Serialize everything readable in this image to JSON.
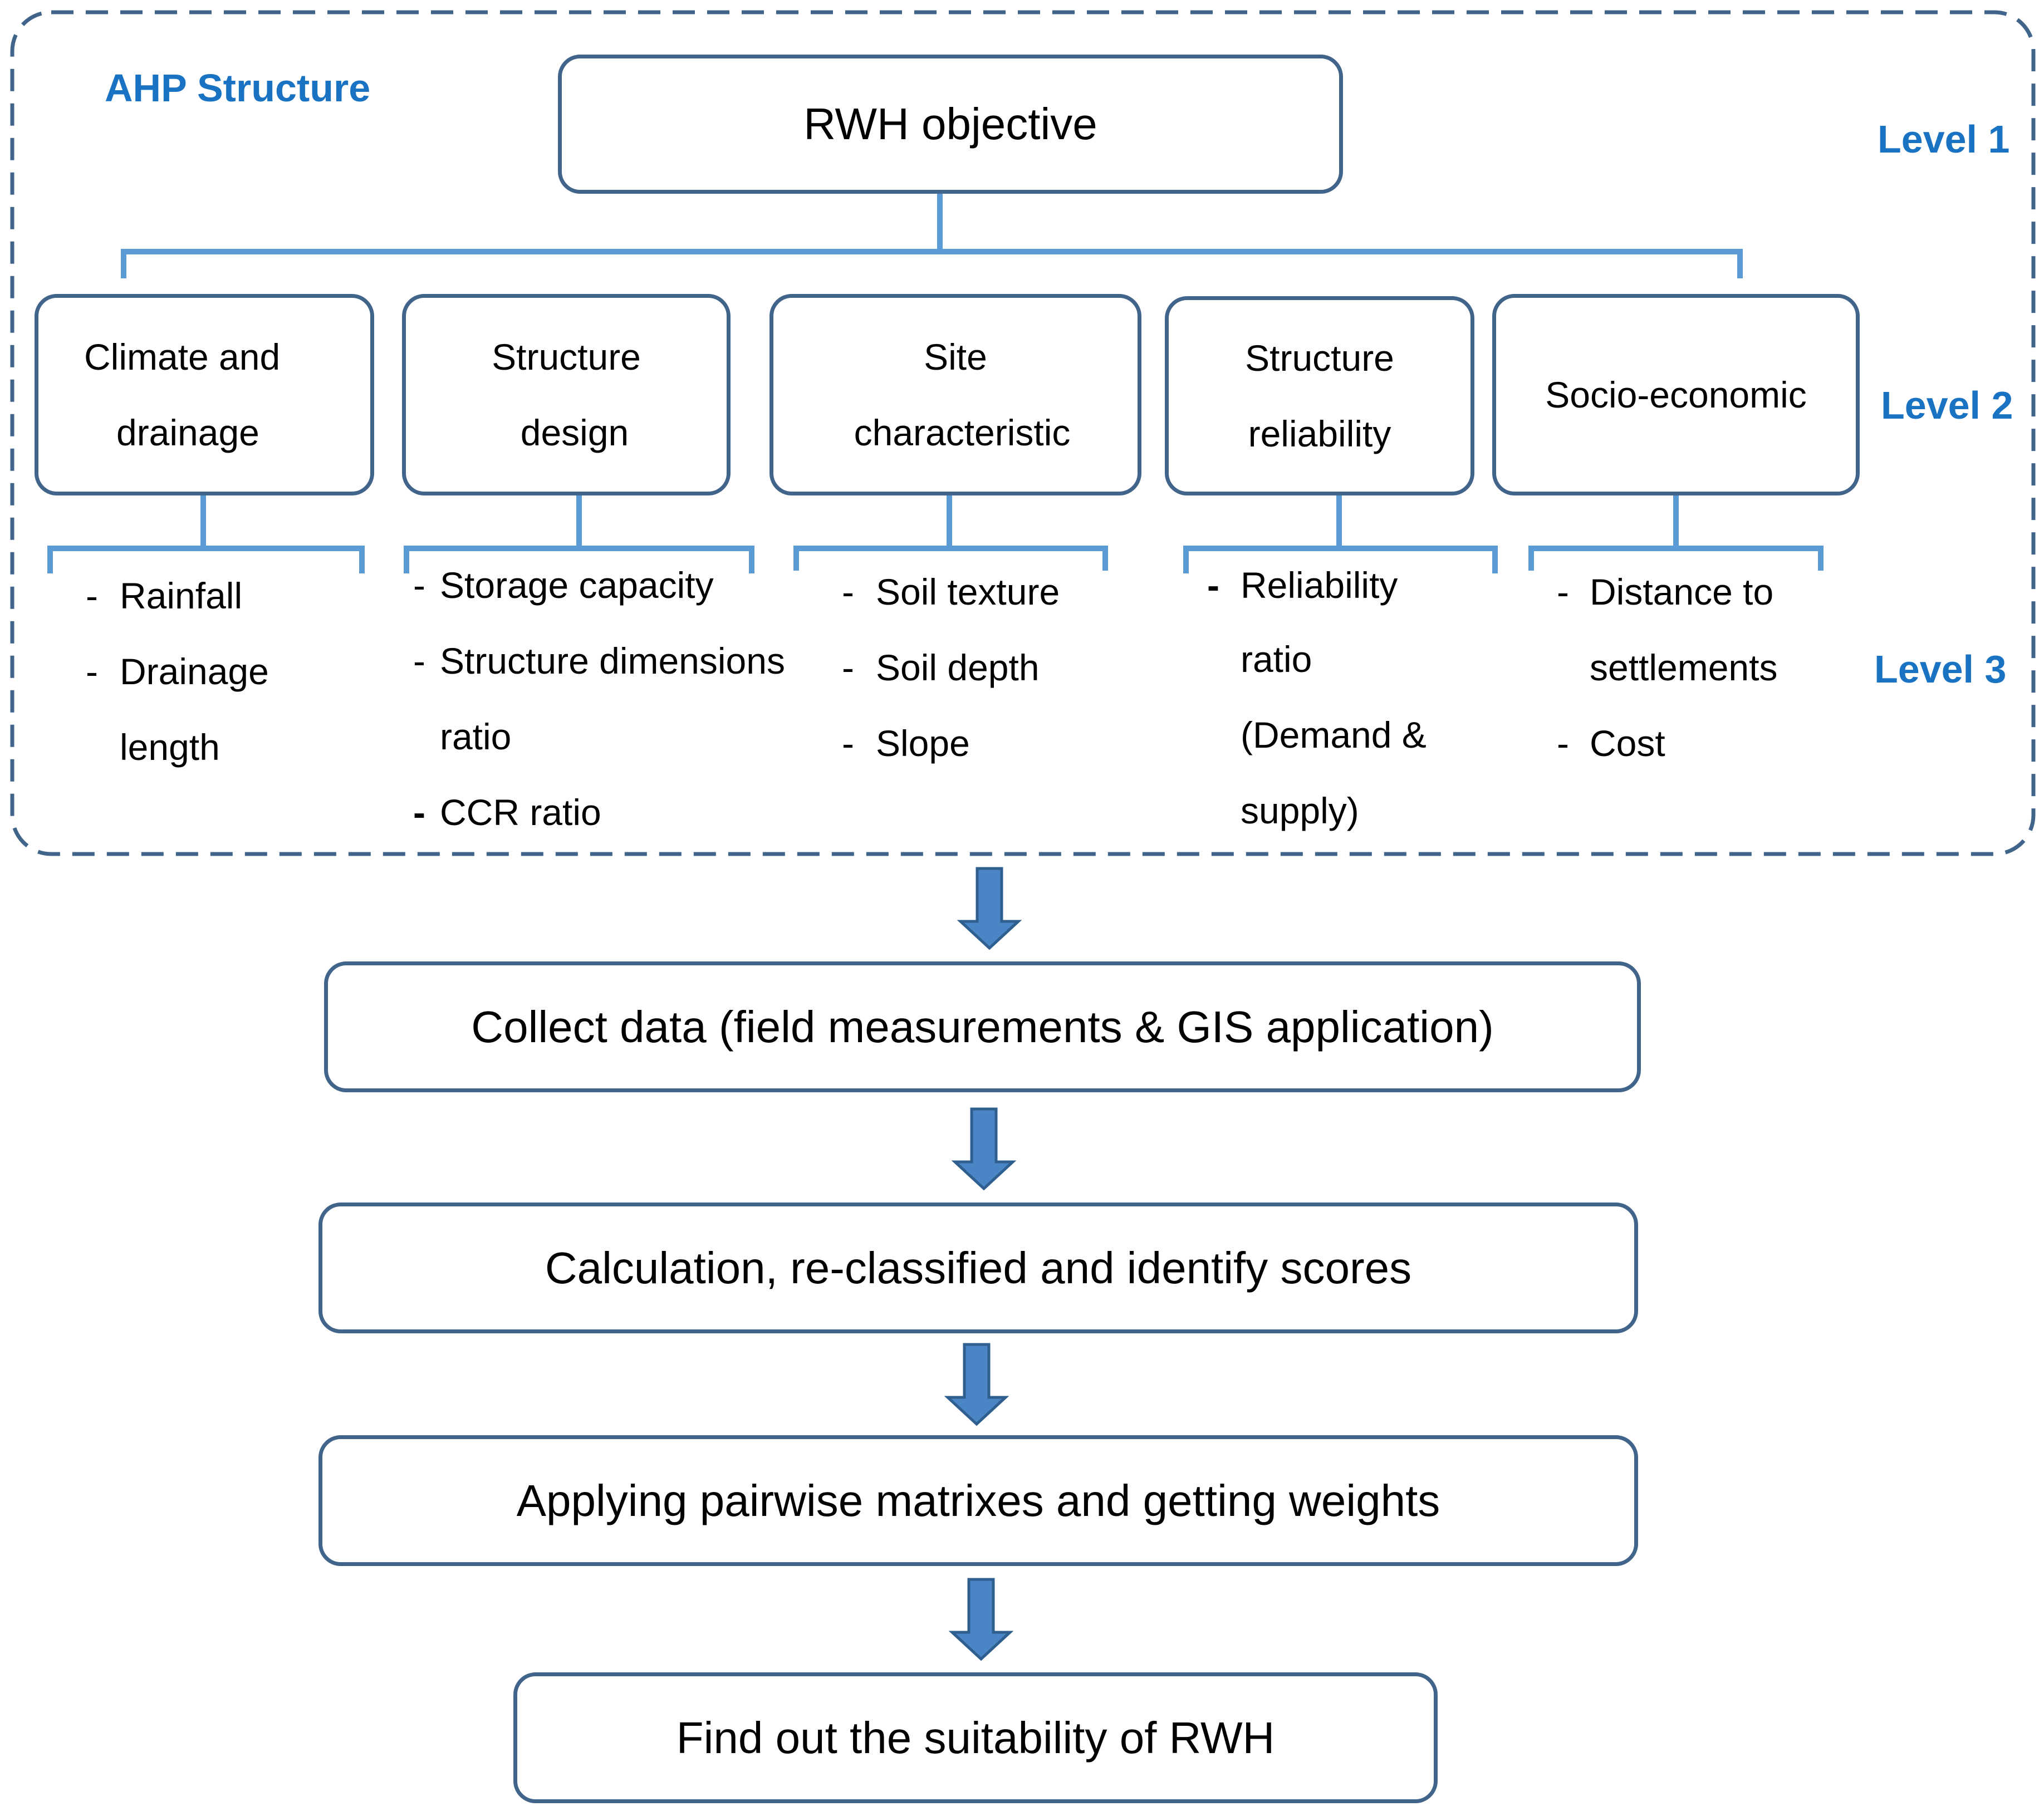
{
  "ahp": {
    "title": "AHP Structure",
    "levels": [
      "Level 1",
      "Level 2",
      "Level 3"
    ],
    "objective": "RWH objective",
    "criteria": [
      {
        "line1": "Climate and",
        "line2": "drainage"
      },
      {
        "line1": "Structure",
        "line2": "design"
      },
      {
        "line1": "Site",
        "line2": "characteristic"
      },
      {
        "line1": "Structure",
        "line2": "reliability"
      },
      {
        "line1": "Socio-economic",
        "line2": ""
      }
    ],
    "subcriteria": [
      [
        "Rainfall",
        "Drainage",
        "length"
      ],
      [
        "Storage capacity",
        "Structure dimensions",
        "ratio",
        "CCR ratio"
      ],
      [
        "Soil texture",
        "Soil depth",
        "Slope"
      ],
      [
        "Reliability",
        "ratio",
        "(Demand &",
        "supply)"
      ],
      [
        "Distance to",
        "settlements",
        "Cost"
      ]
    ]
  },
  "steps": [
    "Collect data (field measurements & GIS application)",
    "Calculation, re-classified and identify scores",
    "Applying pairwise matrixes and getting weights",
    "Find out the suitability of RWH"
  ],
  "colors": {
    "border": "#41648a",
    "bracket": "#5b9bd5",
    "level_text": "#1a73c2",
    "arrow_fill": "#4a86c5",
    "arrow_stroke": "#2f5f8f"
  }
}
